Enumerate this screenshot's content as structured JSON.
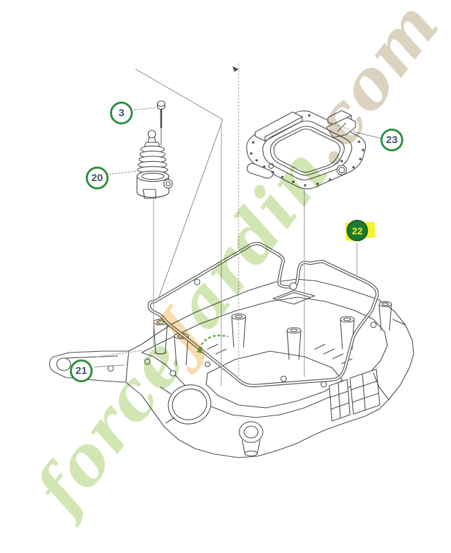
{
  "diagram": {
    "callouts": [
      {
        "id": "c3",
        "label": "3",
        "style": "outline",
        "ref": "screw"
      },
      {
        "id": "c20",
        "label": "20",
        "style": "outline",
        "ref": "spring-assembly"
      },
      {
        "id": "c21",
        "label": "21",
        "style": "outline",
        "ref": "chassis"
      },
      {
        "id": "c22",
        "label": "22",
        "style": "highlighted",
        "ref": "seal-ring"
      },
      {
        "id": "c23",
        "label": "23",
        "style": "outline",
        "ref": "gasket-frame"
      }
    ],
    "colors": {
      "callout_ring_green": "#2e8f3f",
      "callout_number": "#44546a",
      "selected_fill_green": "#1d7a31",
      "selected_number_yellow": "#f5ee2c",
      "highlight_yellow": "#f7f22c",
      "line_art": "#4a4a4a",
      "construction_line": "#9a9a9a",
      "green_arrow": "#66a33f",
      "watermark_green": "#c8e1a3",
      "watermark_orange": "#f4d49c",
      "watermark_tan": "#d3c9b2"
    }
  },
  "watermark": {
    "full_text": "forceJardin.com",
    "segments": [
      {
        "text": "force",
        "color": "#c8e1a3"
      },
      {
        "text": "J",
        "color": "#f4d49c"
      },
      {
        "text": "ardin",
        "color": "#c8e1a3"
      },
      {
        "text": ".com",
        "color": "#d3c9b2"
      }
    ]
  }
}
